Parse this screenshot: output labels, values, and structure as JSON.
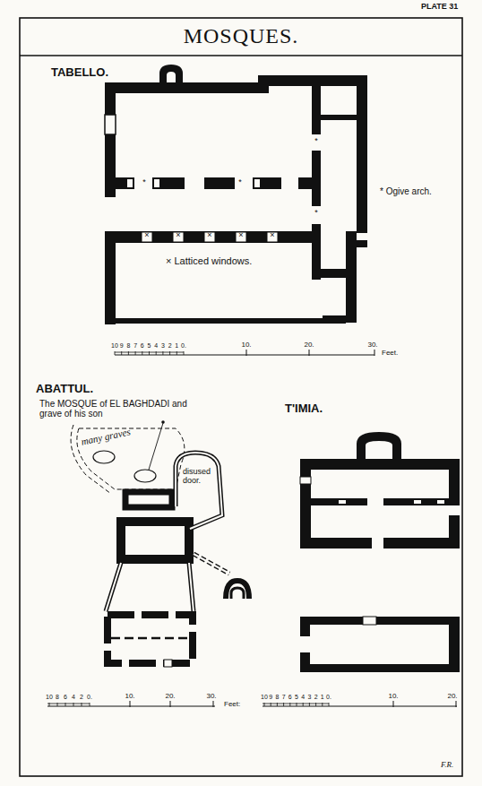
{
  "diagram": {
    "title": "MOSQUES.",
    "labels": [
      "PLATE 31",
      "TABELLO.",
      "*",
      "*",
      "*",
      "*",
      "* Ogive arch.",
      "×",
      "×",
      "×",
      "×",
      "×",
      "× Latticed windows.",
      "10",
      "9",
      "8",
      "7",
      "6",
      "5",
      "4",
      "3",
      "2",
      "1",
      "0.",
      "10.",
      "20.",
      "30.",
      "Feet.",
      "ABATTUL.",
      "The MOSQUE of EL BAGHDADI and grave of his son",
      "many graves",
      "disused door.",
      "T'IMIA.",
      "10",
      "8",
      "6",
      "4",
      "2",
      "0.",
      "10.",
      "20.",
      "30.",
      "Feet:",
      "10",
      "9",
      "8",
      "7",
      "6",
      "5",
      "4",
      "3",
      "2",
      "1",
      "0.",
      "10.",
      "20.",
      "F.R."
    ]
  }
}
